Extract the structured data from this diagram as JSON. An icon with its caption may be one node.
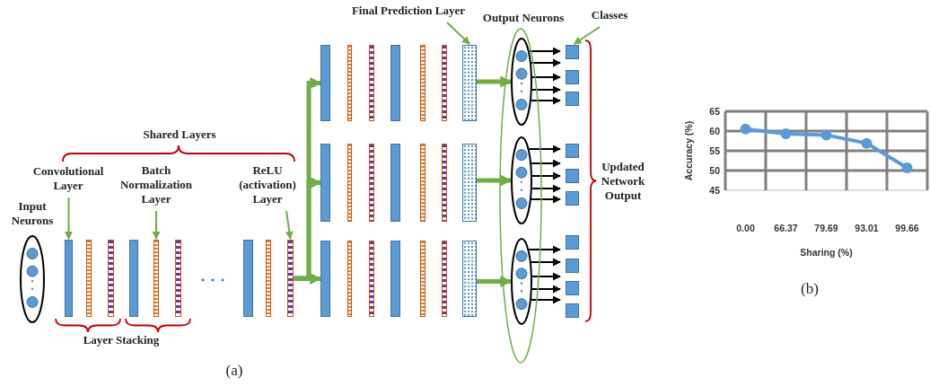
{
  "diagram": {
    "nodes": [
      {
        "text": [
          "Convolutional Layer"
        ]
      },
      {
        "text": [
          "Batch Normalization Layer"
        ]
      },
      {
        "text": [
          "ReLU (activation) Layer"
        ]
      },
      {
        "text": [
          "Final Prediction Layer"
        ]
      },
      {
        "text": [
          "Classes"
        ]
      },
      {
        "text": [
          "Input Neurons"
        ]
      },
      {
        "text": [],
        "shape": "bar"
      },
      {
        "text": [],
        "shape": "bar"
      },
      {
        "text": [],
        "shape": "bar"
      },
      {
        "text": [],
        "shape": "bar"
      },
      {
        "text": [],
        "shape": "bar"
      },
      {
        "text": [],
        "shape": "bar"
      },
      {
        "text": [],
        "shape": "bar"
      },
      {
        "text": [],
        "shape": "bar"
      },
      {
        "text": [],
        "shape": "bar"
      },
      {
        "text": [],
        "shape": "bar"
      },
      {
        "text": [],
        "shape": "bar"
      },
      {
        "text": [],
        "shape": "bar"
      },
      {
        "text": [],
        "shape": "bar"
      },
      {
        "text": [],
        "shape": "bar"
      },
      {
        "text": [],
        "shape": "bar"
      },
      {
        "text": [],
        "shape": "bar"
      },
      {
        "text": [],
        "shape": "bar"
      },
      {
        "text": [],
        "shape": "bar"
      },
      {
        "text": [],
        "shape": "bar"
      },
      {
        "text": [],
        "shape": "bar"
      },
      {
        "text": [],
        "shape": "bar"
      },
      {
        "text": [],
        "shape": "bar"
      },
      {
        "text": [],
        "shape": "bar"
      },
      {
        "text": [],
        "shape": "bar"
      },
      {
        "text": [],
        "shape": "bar"
      },
      {
        "text": [],
        "shape": "bar"
      },
      {
        "text": [],
        "shape": "bar"
      },
      {
        "text": [],
        "shape": "bar"
      },
      {
        "text": [],
        "shape": "bar"
      },
      {
        "text": [],
        "shape": "bar"
      },
      {
        "text": [
          "Output Neurons"
        ]
      },
      {
        "text": [],
        "shape": "ellipse",
        "in": 36
      },
      {
        "text": [],
        "shape": "ellipse",
        "in": 36
      },
      {
        "text": [],
        "shape": "ellipse",
        "in": 36
      },
      {
        "text": [],
        "shape": "box"
      },
      {
        "text": [],
        "shape": "box"
      },
      {
        "text": [],
        "shape": "box"
      },
      {
        "text": [],
        "shape": "box"
      },
      {
        "text": [],
        "shape": "box"
      },
      {
        "text": [],
        "shape": "box"
      },
      {
        "text": [],
        "shape": "box"
      },
      {
        "text": [],
        "shape": "box"
      },
      {
        "text": [],
        "shape": "box"
      },
      {
        "text": [],
        "shape": "box"
      }
    ],
    "edges": [
      {
        "from": 0,
        "to": 6,
        "arrow": "to",
        "color": "#70ad47"
      },
      {
        "from": 1,
        "to": 10,
        "arrow": "to",
        "color": "#70ad47"
      },
      {
        "from": 2,
        "to": 14,
        "arrow": "to",
        "color": "#70ad47"
      },
      {
        "from": 3,
        "to": 21,
        "arrow": "to",
        "color": "#70ad47"
      },
      {
        "from": 4,
        "to": 40,
        "arrow": "to",
        "color": "#70ad47"
      },
      {
        "from": 14,
        "to": 15,
        "arrow": "to",
        "style": "thick",
        "color": "#70ad47"
      },
      {
        "from": 14,
        "to": 22,
        "arrow": "to",
        "style": "thick",
        "color": "#70ad47"
      },
      {
        "from": 14,
        "to": 29,
        "arrow": "to",
        "style": "thick",
        "color": "#70ad47"
      },
      {
        "from": 21,
        "to": 37,
        "arrow": "to",
        "style": "thick",
        "color": "#70ad47"
      },
      {
        "from": 28,
        "to": 38,
        "arrow": "to",
        "style": "thick",
        "color": "#70ad47"
      },
      {
        "from": 35,
        "to": 39,
        "arrow": "to",
        "style": "thick",
        "color": "#70ad47"
      },
      {
        "from": 37,
        "to": 40,
        "arrow": "to"
      },
      {
        "from": 37,
        "to": 40,
        "arrow": "to"
      },
      {
        "from": 37,
        "to": 41,
        "arrow": "to"
      },
      {
        "from": 37,
        "to": 41,
        "arrow": "to"
      },
      {
        "from": 37,
        "to": 42,
        "arrow": "to"
      },
      {
        "from": 38,
        "to": 43,
        "arrow": "to"
      },
      {
        "from": 38,
        "to": 43,
        "arrow": "to"
      },
      {
        "from": 38,
        "to": 44,
        "arrow": "to"
      },
      {
        "from": 38,
        "to": 44,
        "arrow": "to"
      },
      {
        "from": 38,
        "to": 45,
        "arrow": "to"
      },
      {
        "from": 39,
        "to": 46,
        "arrow": "to"
      },
      {
        "from": 39,
        "to": 47,
        "arrow": "to"
      },
      {
        "from": 39,
        "to": 48,
        "arrow": "to"
      },
      {
        "from": 39,
        "to": 48,
        "arrow": "to"
      },
      {
        "from": 39,
        "to": 49,
        "arrow": "to"
      }
    ],
    "labels": [
      "Shared Layers",
      "Layer Stacking",
      "Updated Network Output",
      "(a)",
      "(b)"
    ],
    "chart_data": {
      "type": "line",
      "xlabel": "Sharing (%)",
      "ylabel": "Accuracy (%)",
      "grid": true,
      "categories": [
        "0.00",
        "66.37",
        "79.69",
        "93.01",
        "99.66"
      ],
      "series": [
        {
          "color": "#5b9bd5",
          "marker": "circle",
          "values": [
            60.5,
            59.3,
            59.0,
            56.9,
            50.7
          ]
        }
      ],
      "ylim": [
        45,
        65
      ],
      "yticks": [
        45,
        50,
        55,
        60,
        65
      ]
    }
  }
}
